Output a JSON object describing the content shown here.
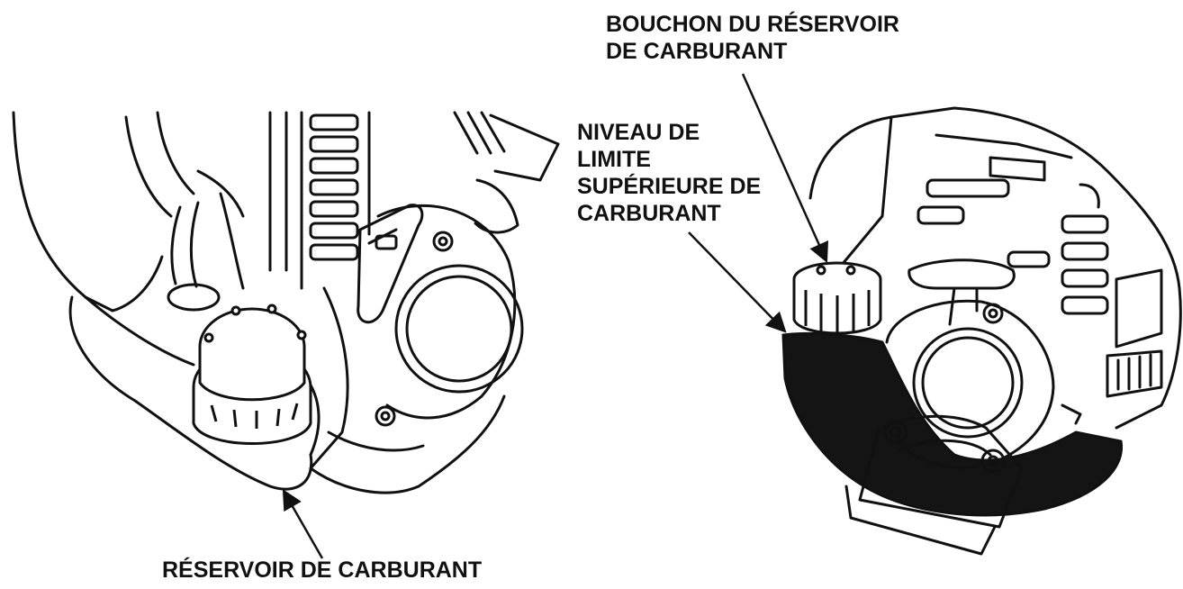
{
  "labels": {
    "fuel_tank_cap": [
      "BOUCHON DU RÉSERVOIR",
      "DE CARBURANT"
    ],
    "upper_fuel_limit_level": [
      "NIVEAU DE",
      "LIMITE",
      "SUPÉRIEURE DE",
      "CARBURANT"
    ],
    "fuel_tank": [
      "RÉSERVOIR DE CARBURANT"
    ]
  },
  "colors": {
    "ink": "#111111",
    "fuel_fill": "#141414",
    "paper": "#ffffff"
  },
  "icons": [
    "left-engine-illustration",
    "right-engine-illustration",
    "pointer-arrow-icon"
  ]
}
